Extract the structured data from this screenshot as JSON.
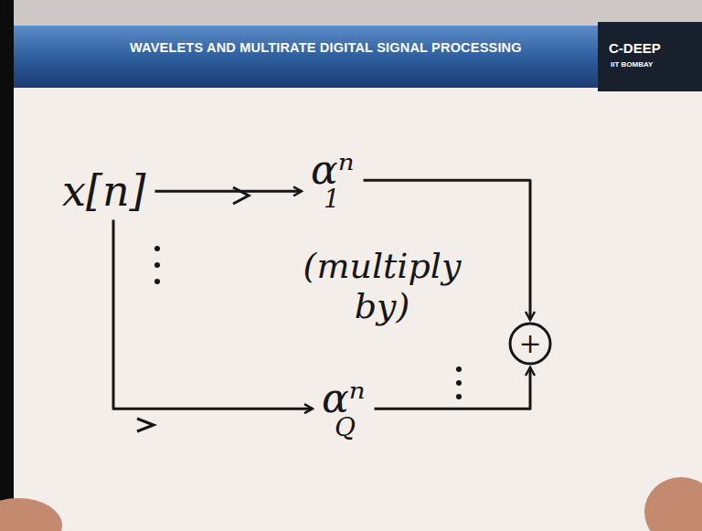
{
  "diagram": {
    "title": "WAVELETS AND MULTIRATE DIGITAL SIGNAL PROCESSING",
    "nodes": [
      {
        "text": [
          "x[n]"
        ]
      },
      {
        "text": [
          "αⁿ",
          "1"
        ]
      },
      {
        "text": [
          "αⁿ",
          "Q"
        ]
      },
      {
        "text": [
          "+"
        ]
      }
    ],
    "edges": [
      {
        "from": 0,
        "to": 1,
        "arrow": "to"
      },
      {
        "from": 1,
        "to": 3,
        "arrow": "to"
      },
      {
        "from": 0,
        "to": 2,
        "arrow": "to"
      },
      {
        "from": 2,
        "to": 3,
        "arrow": "to"
      }
    ],
    "labels": [
      "C-DEEP",
      "IIT BOMBAY",
      "(multiply by)"
    ]
  }
}
